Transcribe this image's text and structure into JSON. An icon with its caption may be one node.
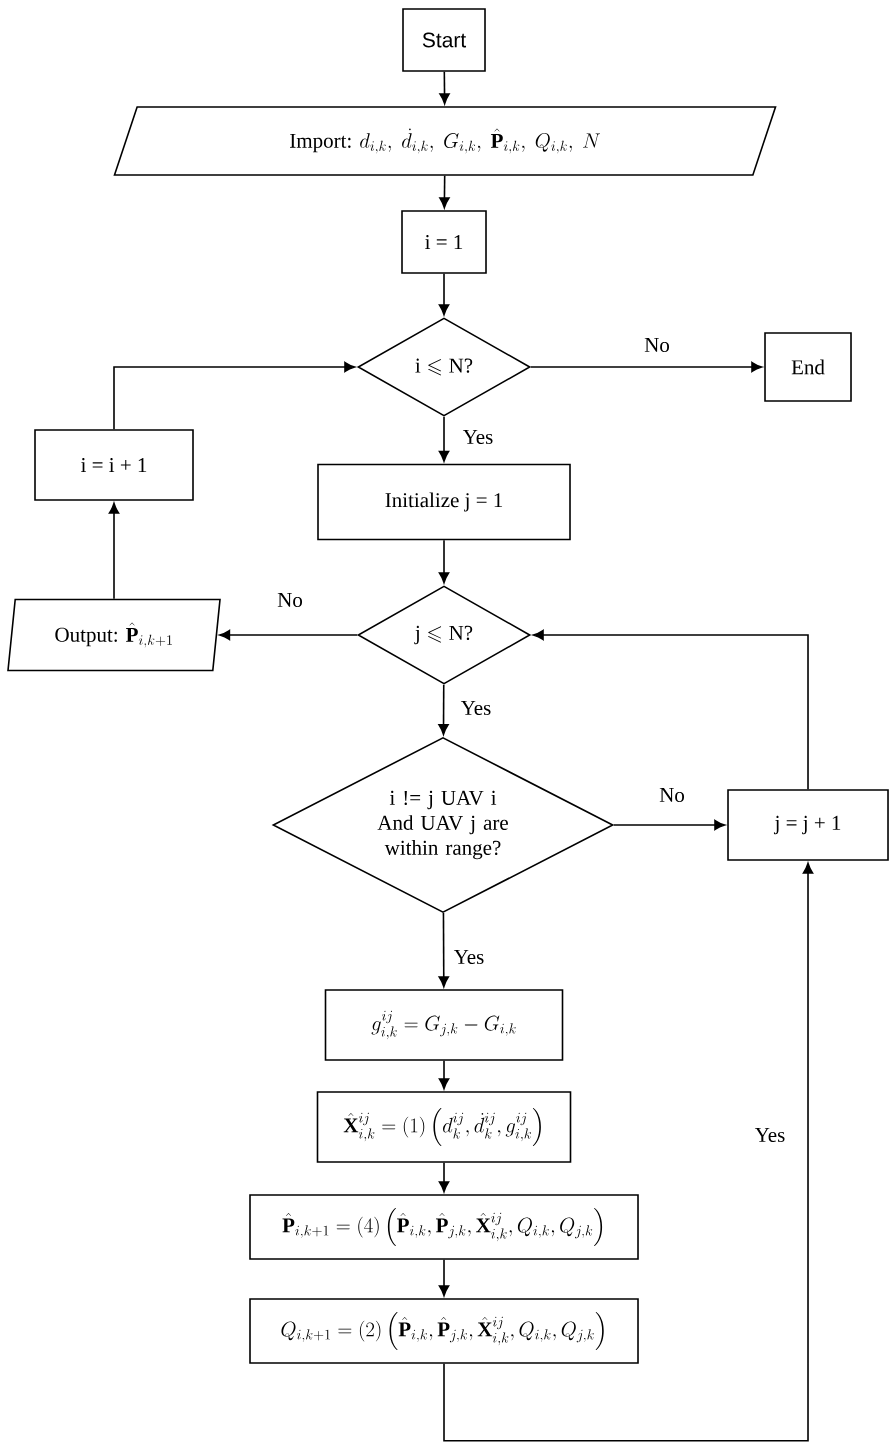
{
  "diagram": {
    "nodes": [
      {
        "text": [
          "Start"
        ]
      },
      {
        "text": [
          "\\text{Import: } d_{i,k},\\ \\dot{d}_{i,k},\\ G_{i,k},\\ \\hat{\\mathbf{P}}_{i,k},\\ Q_{i,k},\\ N"
        ]
      },
      {
        "text": [
          "i = 1"
        ]
      },
      {
        "text": [
          "\\text{i} \\leqslant \\text{N?}"
        ]
      },
      {
        "text": [
          "End"
        ]
      },
      {
        "text": [
          "i = i + 1"
        ]
      },
      {
        "text": [
          "Initialize j = 1"
        ]
      },
      {
        "text": [
          "\\text{Output: } \\hat{\\mathbf{P}}_{i,k+1}"
        ]
      },
      {
        "text": [
          "\\text{j} \\leqslant \\text{N?}"
        ]
      },
      {
        "text": [
          "i != j UAV i And UAV j are within range?"
        ]
      },
      {
        "text": [
          "j = j + 1"
        ]
      },
      {
        "text": [
          "g_{i,k}^{ij} = G_{j,k} - G_{i,k}"
        ]
      },
      {
        "text": [
          "\\hat{\\mathbf{X}}_{i,k}^{ij} = (1)\\left(d_k^{ij}, \\dot{d}_k^{ij}, g_{i,k}^{ij}\\right)"
        ]
      },
      {
        "text": [
          "\\hat{\\mathbf{P}}_{i,k+1} = (4)\\left(\\hat{\\mathbf{P}}_{i,k}, \\hat{\\mathbf{P}}_{j,k}, \\hat{\\mathbf{X}}_{i,k}^{ij}, Q_{i,k}, Q_{j,k}\\right)"
        ]
      },
      {
        "text": [
          "Q_{i,k+1} = (2)\\left(\\hat{\\mathbf{P}}_{i,k}, \\hat{\\mathbf{P}}_{j,k}, \\hat{\\mathbf{X}}_{i,k}^{ij}, Q_{i,k}, Q_{j,k}\\right)"
        ]
      }
    ],
    "edges": [
      {
        "from": 0,
        "to": 1,
        "arrow": "to"
      },
      {
        "from": 1,
        "to": 2,
        "arrow": "to"
      },
      {
        "from": 2,
        "to": 3,
        "arrow": "to"
      },
      {
        "from": 3,
        "to": 4,
        "arrow": "to",
        "label": "No"
      },
      {
        "from": 3,
        "to": 6,
        "arrow": "to",
        "label": "Yes"
      },
      {
        "from": 6,
        "to": 8,
        "arrow": "to"
      },
      {
        "from": 8,
        "to": 7,
        "arrow": "to",
        "label": "No"
      },
      {
        "from": 7,
        "to": 5,
        "arrow": "to"
      },
      {
        "from": 5,
        "to": 3,
        "arrow": "to"
      },
      {
        "from": 8,
        "to": 9,
        "arrow": "to",
        "label": "Yes"
      },
      {
        "from": 9,
        "to": 10,
        "arrow": "to",
        "label": "No"
      },
      {
        "from": 10,
        "to": 8,
        "arrow": "to"
      },
      {
        "from": 9,
        "to": 11,
        "arrow": "to",
        "label": "Yes"
      },
      {
        "from": 11,
        "to": 12,
        "arrow": "to"
      },
      {
        "from": 12,
        "to": 13,
        "arrow": "to"
      },
      {
        "from": 13,
        "to": 14,
        "arrow": "to"
      },
      {
        "from": 14,
        "to": 10,
        "arrow": "to",
        "label": "Yes"
      }
    ]
  }
}
